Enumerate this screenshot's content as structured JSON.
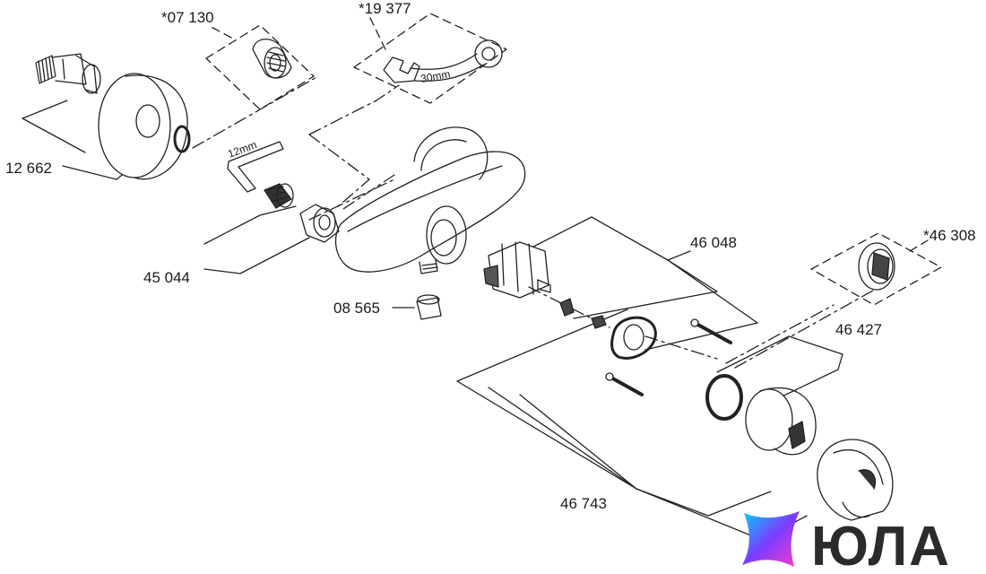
{
  "part_labels": {
    "p07130": "*07 130",
    "p19377": "*19 377",
    "p12662": "12 662",
    "p45044": "45 044",
    "p08565": "08 565",
    "p46048": "46 048",
    "p46308": "*46 308",
    "p46427": "46 427",
    "p46743": "46 743"
  },
  "dimension_labels": {
    "wrench": "30mm",
    "hex_key": "12mm"
  },
  "watermark": {
    "text": "ЮЛА",
    "icon": "yula-logo-icon",
    "colors": [
      "#00c8ff",
      "#7b3cff",
      "#ff3cc8"
    ]
  }
}
